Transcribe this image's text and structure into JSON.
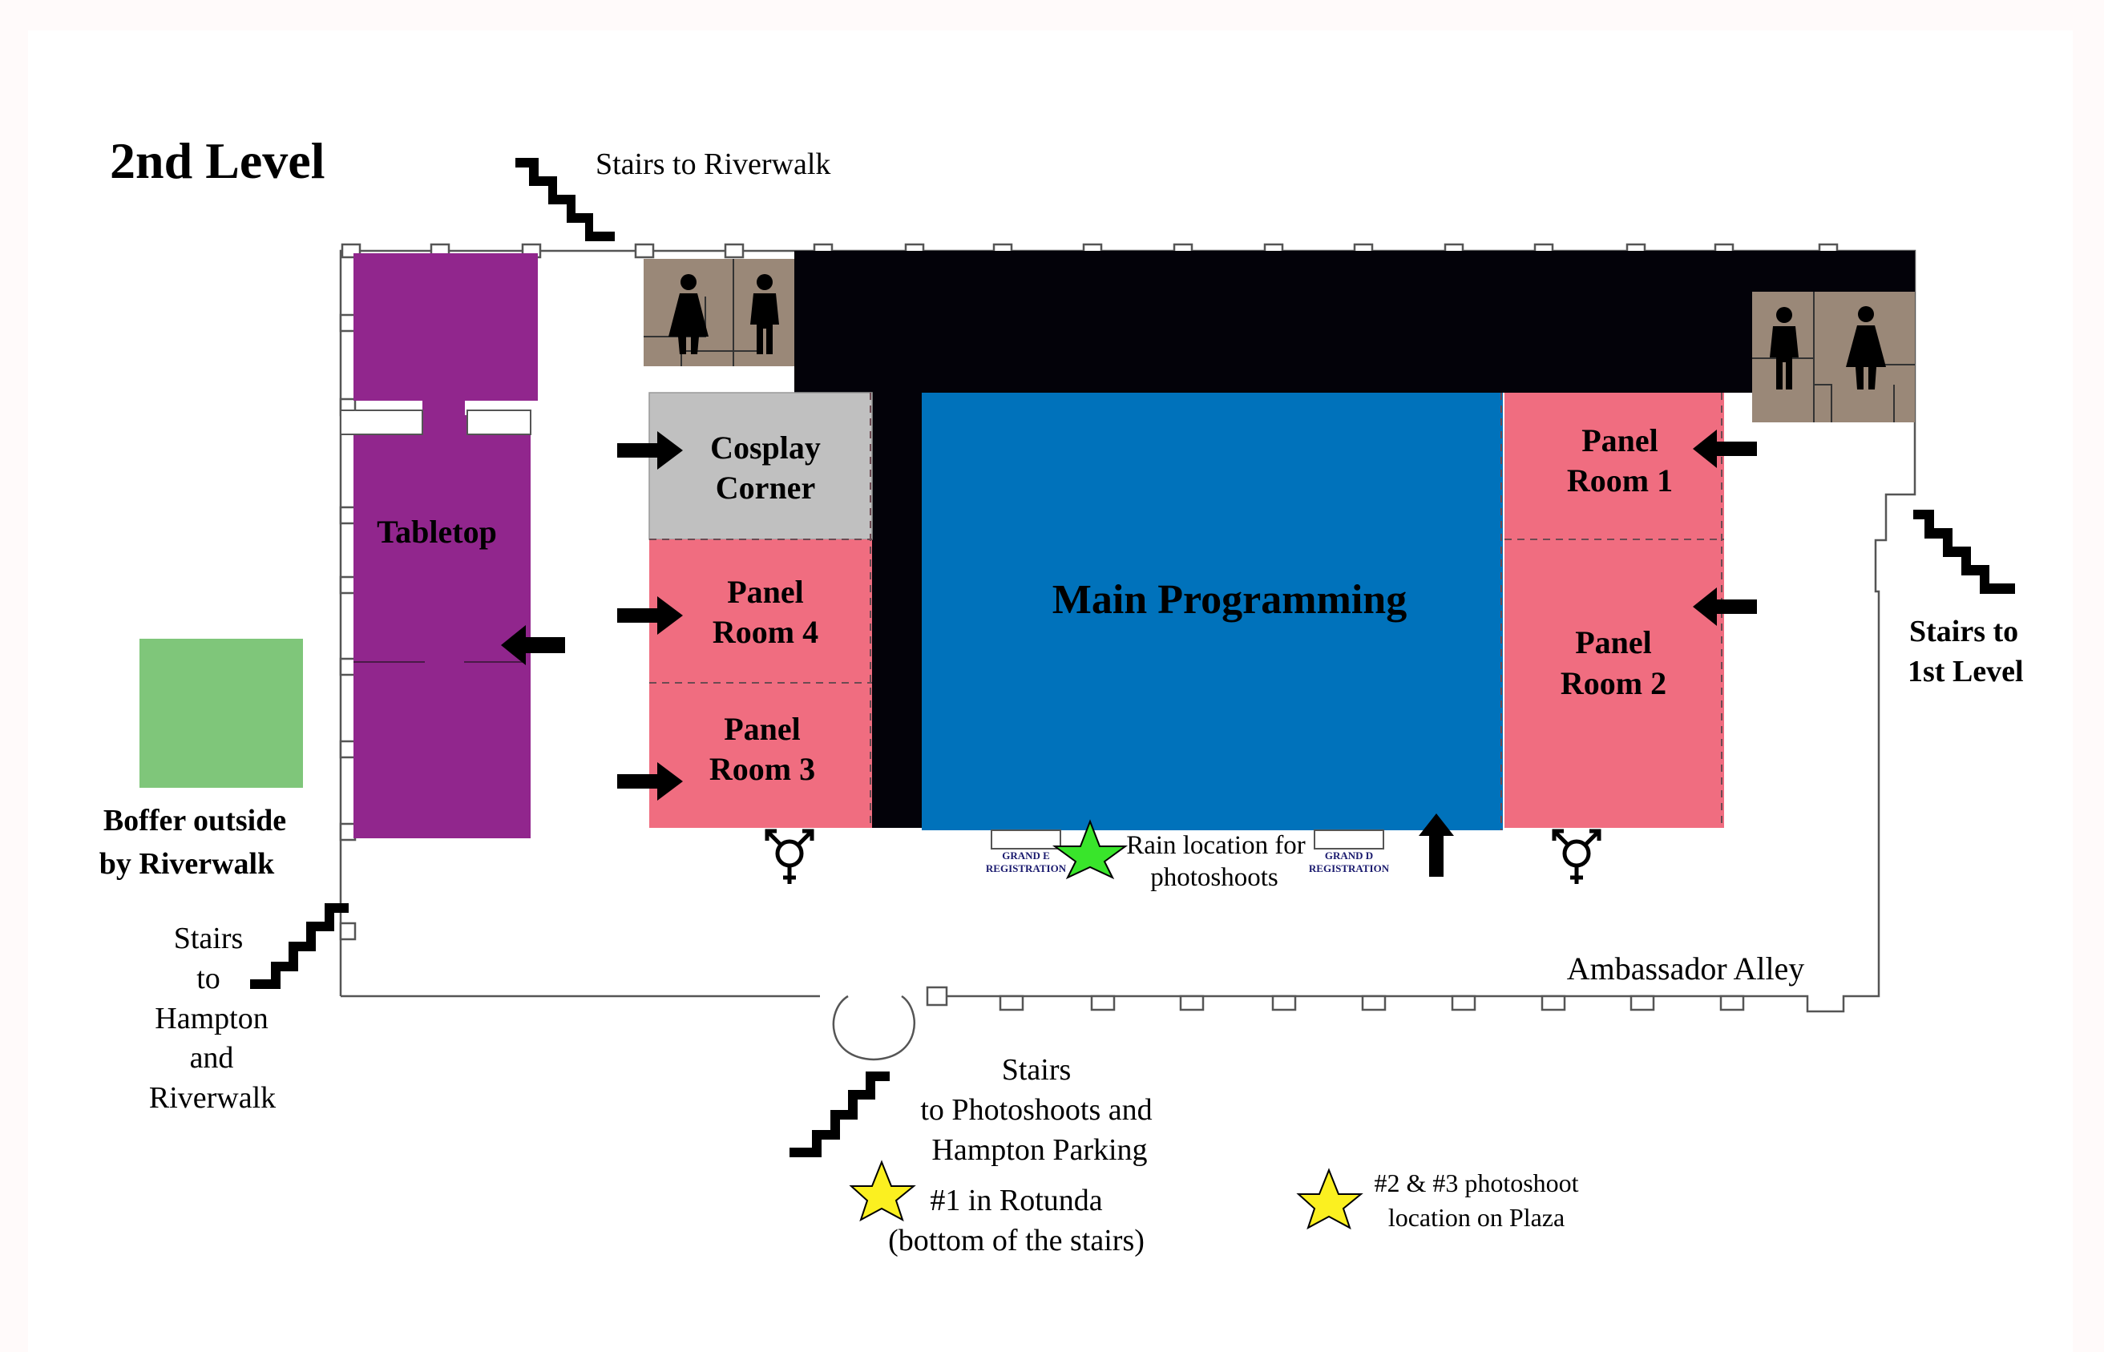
{
  "map": {
    "title": "2nd Level",
    "colors": {
      "tabletop": "#91268d",
      "panel_room": "#f06d80",
      "cosplay": "#c0c0c0",
      "main_programming": "#0072bb",
      "hallway": "#030209",
      "restroom": "#9a8878",
      "boffer": "#7fc67a",
      "rain_star": "#39e52b",
      "photo_star": "#fbf020"
    },
    "rooms": {
      "tabletop": "Tabletop",
      "cosplay_line1": "Cosplay",
      "cosplay_line2": "Corner",
      "panel4_line1": "Panel",
      "panel4_line2": "Room 4",
      "panel3_line1": "Panel",
      "panel3_line2": "Room 3",
      "panel1_line1": "Panel",
      "panel1_line2": "Room 1",
      "panel2_line1": "Panel",
      "panel2_line2": "Room 2",
      "main_programming": "Main Programming"
    },
    "registration": {
      "grand_e_line1": "GRAND E",
      "grand_e_line2": "REGISTRATION",
      "grand_d_line1": "GRAND D",
      "grand_d_line2": "REGISTRATION"
    },
    "restroom_label": "RESTROOMS",
    "labels": {
      "stairs_riverwalk": "Stairs to Riverwalk",
      "stairs_first_line1": "Stairs to",
      "stairs_first_line2": "1st Level",
      "boffer_line1": "Boffer outside",
      "boffer_line2": "by Riverwalk",
      "stairs_hampton": [
        "Stairs",
        "to",
        "Hampton",
        "and",
        "Riverwalk"
      ],
      "rain_line1": "Rain location for",
      "rain_line2": "photoshoots",
      "ambassador_alley": "Ambassador Alley",
      "stairs_photo": [
        "Stairs",
        "to Photoshoots and",
        "Hampton Parking"
      ],
      "rotunda_line1": "#1 in Rotunda",
      "rotunda_line2": "(bottom of the stairs)",
      "plaza_line1": "#2 & #3 photoshoot",
      "plaza_line2": "location on Plaza"
    }
  }
}
